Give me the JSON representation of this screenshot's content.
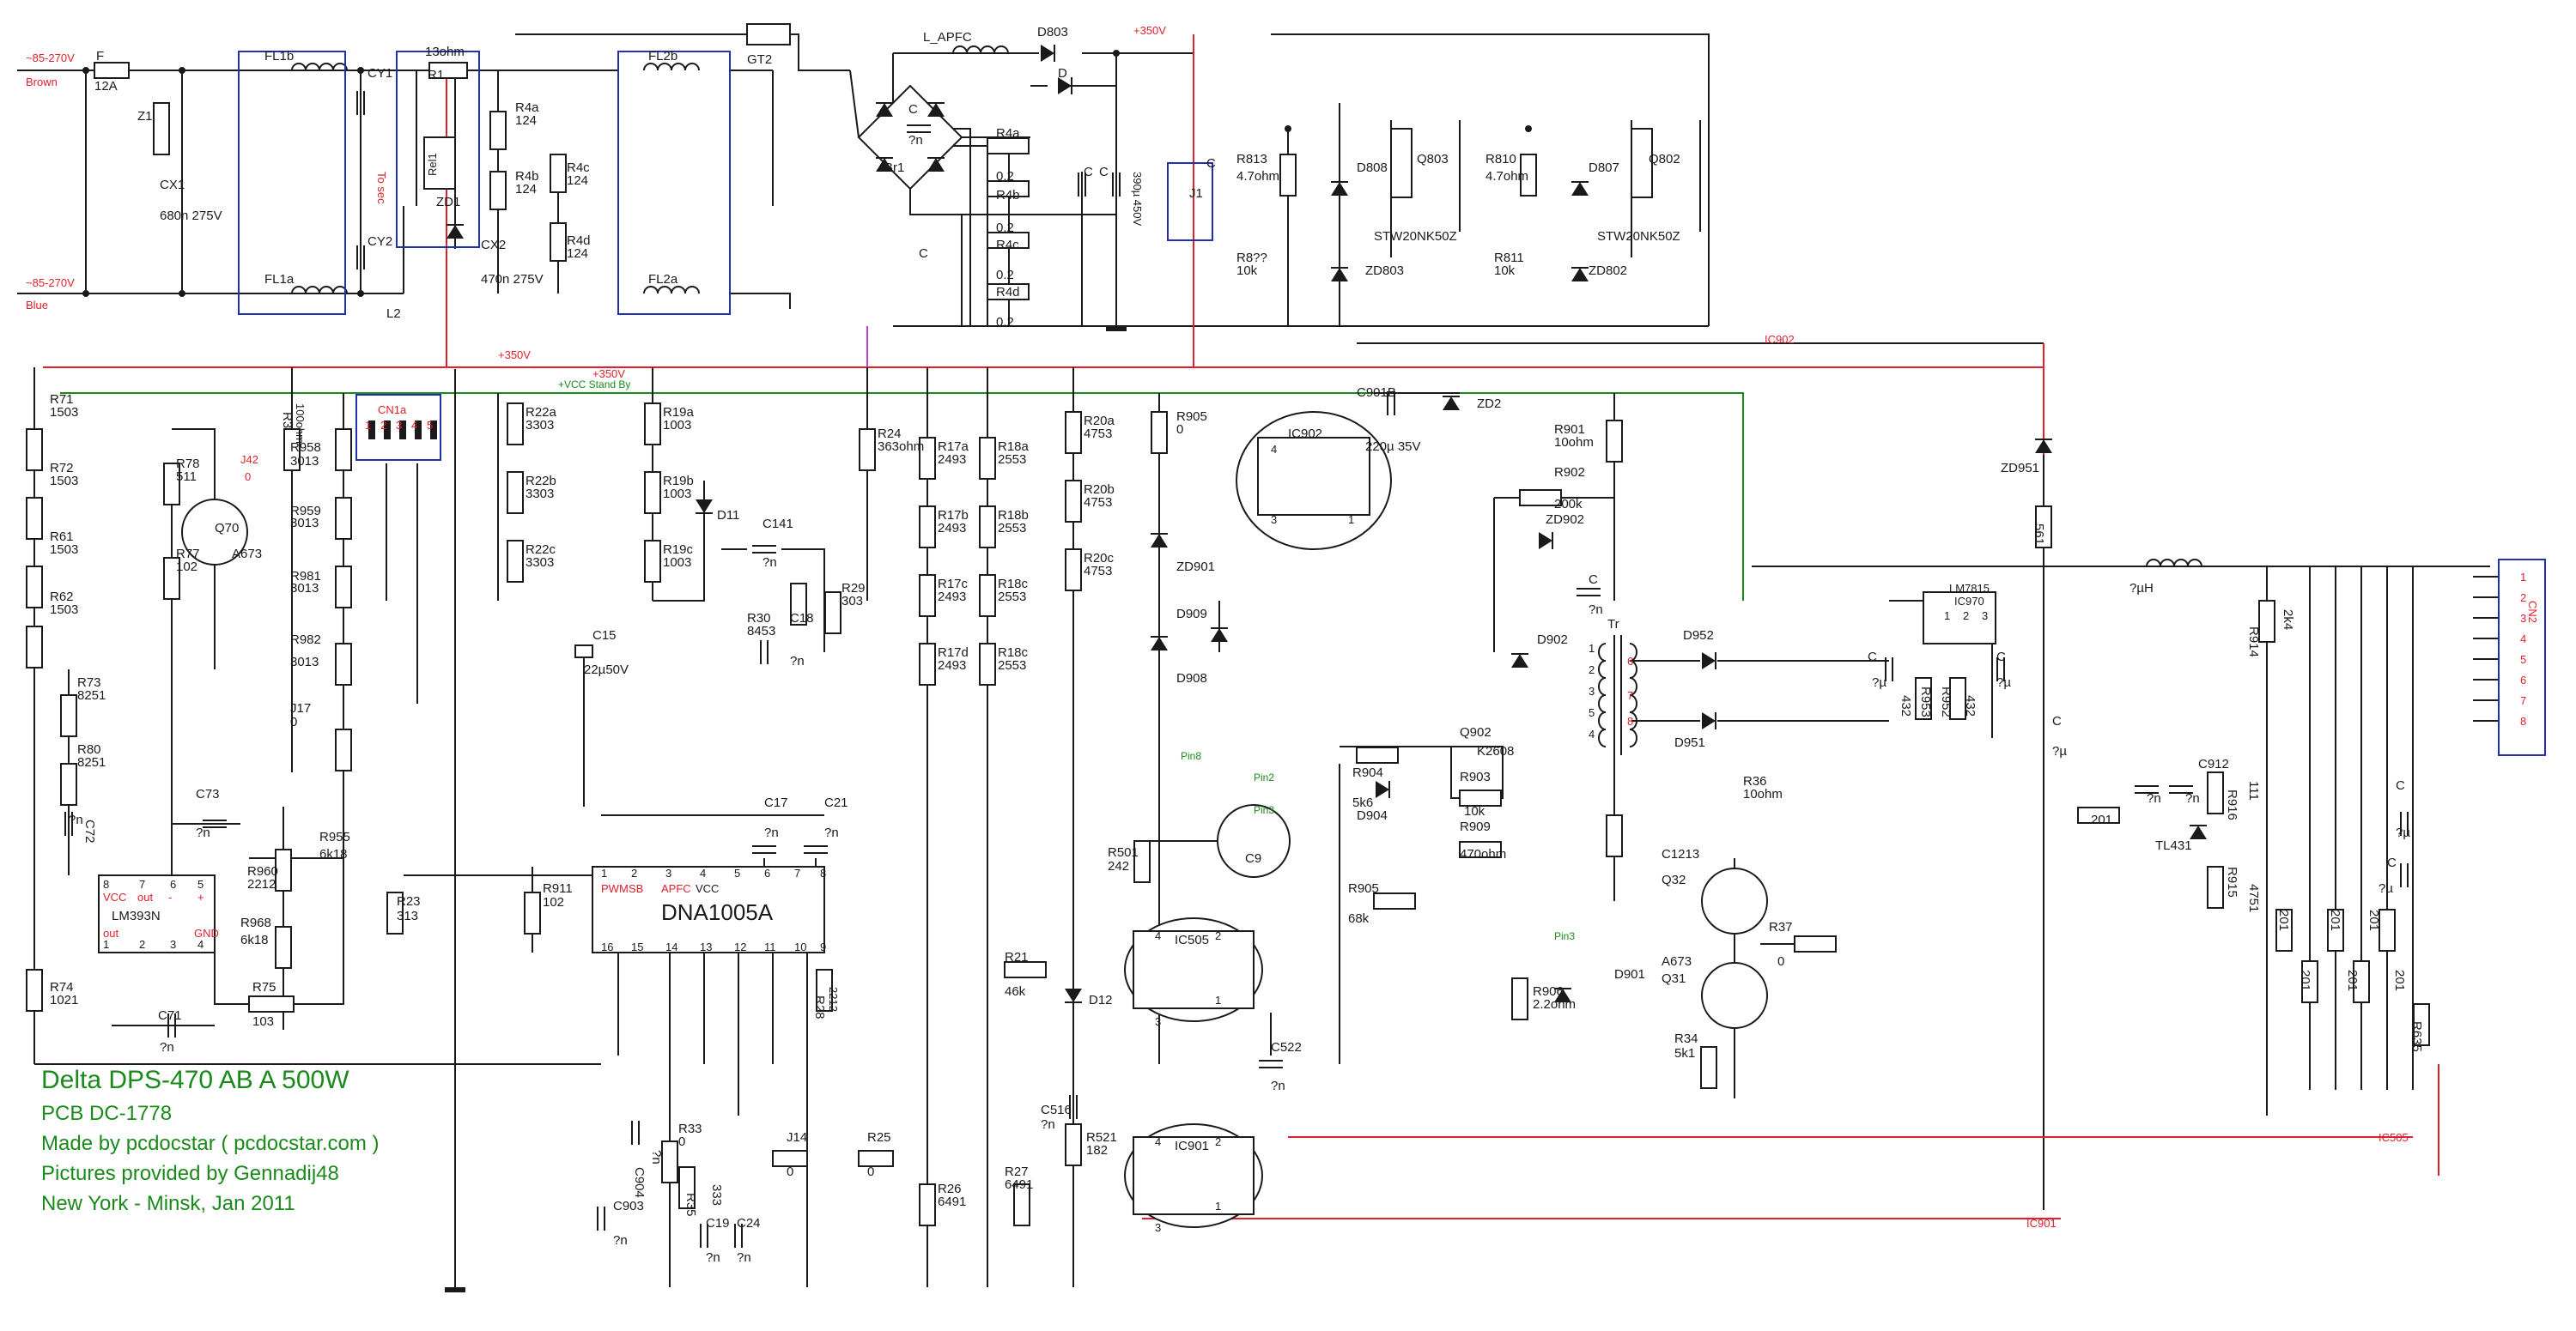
{
  "credits": {
    "title": "Delta DPS-470 AB A 500W",
    "line1": "PCB DC-1778",
    "line2": "Made by pcdocstar ( pcdocstar.com )",
    "line3": "Pictures provided by Gennadij48",
    "line4": "New York - Minsk, Jan 2011"
  },
  "colors": {
    "wire": "#1a1a1a",
    "hv_rail": "#e0202a",
    "standby_rail": "#1a8a1a",
    "pfc_net": "#c040c0",
    "box": "#2030b0",
    "credits": "#1a8a1a"
  },
  "ac": {
    "live": "~85-270V",
    "live_color": "Brown",
    "neutral": "~85-270V",
    "neutral_color": "Blue"
  },
  "rails": {
    "hv": "+350V",
    "hv2": "+350V",
    "standby": "+VCC Stand By",
    "hv_top": "+350V"
  },
  "nets": {
    "ic902": "IC902",
    "ic505": "IC505",
    "ic901": "IC901",
    "pin2": "Pin2",
    "pin3": "Pin3",
    "pin8": "Pin8",
    "pin3b": "Pin3"
  },
  "labels": [
    {
      "id": "F",
      "t": "F"
    },
    {
      "id": "F12A",
      "t": "12A"
    },
    {
      "id": "Z1",
      "t": "Z1"
    },
    {
      "id": "CX1",
      "t": "CX1"
    },
    {
      "id": "CX1v",
      "t": "680n 275V"
    },
    {
      "id": "FL1b",
      "t": "FL1b"
    },
    {
      "id": "FL1a",
      "t": "FL1a"
    },
    {
      "id": "CY1",
      "t": "CY1"
    },
    {
      "id": "CY2",
      "t": "CY2"
    },
    {
      "id": "tosec",
      "t": "To sec"
    },
    {
      "id": "L2",
      "t": "L2"
    },
    {
      "id": "R1v",
      "t": "13ohm"
    },
    {
      "id": "R1",
      "t": "R1"
    },
    {
      "id": "Rel1",
      "t": "Rel1"
    },
    {
      "id": "ZD1",
      "t": "ZD1"
    },
    {
      "id": "CX2",
      "t": "CX2"
    },
    {
      "id": "CX2v",
      "t": "470n 275V"
    },
    {
      "id": "R4a",
      "t": "R4a"
    },
    {
      "id": "R4av",
      "t": "124"
    },
    {
      "id": "R4b",
      "t": "R4b"
    },
    {
      "id": "R4bv",
      "t": "124"
    },
    {
      "id": "R4c",
      "t": "R4c"
    },
    {
      "id": "R4cv",
      "t": "124"
    },
    {
      "id": "R4d",
      "t": "R4d"
    },
    {
      "id": "R4dv",
      "t": "124"
    },
    {
      "id": "FL2b",
      "t": "FL2b"
    },
    {
      "id": "FL2a",
      "t": "FL2a"
    },
    {
      "id": "GT2",
      "t": "GT2"
    },
    {
      "id": "Br1",
      "t": "Br1"
    },
    {
      "id": "LAPFC",
      "t": "L_APFC"
    },
    {
      "id": "D803",
      "t": "D803"
    },
    {
      "id": "D",
      "t": "D"
    },
    {
      "id": "Cp1",
      "t": "C"
    },
    {
      "id": "Cp1v",
      "t": "?n"
    },
    {
      "id": "R4a2",
      "t": "R4a"
    },
    {
      "id": "R4a2v",
      "t": "0.2"
    },
    {
      "id": "R4b2",
      "t": "R4b"
    },
    {
      "id": "R4b2v",
      "t": "0.2"
    },
    {
      "id": "R4c2",
      "t": "R4c"
    },
    {
      "id": "R4c2v",
      "t": "0.2"
    },
    {
      "id": "R4d2",
      "t": "R4d"
    },
    {
      "id": "R4d2v",
      "t": "0.2"
    },
    {
      "id": "Cb",
      "t": "C"
    },
    {
      "id": "C1",
      "t": "C"
    },
    {
      "id": "C2",
      "t": "C"
    },
    {
      "id": "C2v",
      "t": "390µ 450V"
    },
    {
      "id": "J1c",
      "t": "C"
    },
    {
      "id": "J1",
      "t": "J1"
    },
    {
      "id": "R813",
      "t": "R813"
    },
    {
      "id": "R813v",
      "t": "4.7ohm"
    },
    {
      "id": "D808",
      "t": "D808"
    },
    {
      "id": "Q803",
      "t": "Q803"
    },
    {
      "id": "R8qq",
      "t": "R8??"
    },
    {
      "id": "R8qqv",
      "t": "10k"
    },
    {
      "id": "ZD803",
      "t": "ZD803"
    },
    {
      "id": "STW1",
      "t": "STW20NK50Z"
    },
    {
      "id": "R810",
      "t": "R810"
    },
    {
      "id": "R810v",
      "t": "4.7ohm"
    },
    {
      "id": "D807",
      "t": "D807"
    },
    {
      "id": "Q802",
      "t": "Q802"
    },
    {
      "id": "R811",
      "t": "R811"
    },
    {
      "id": "R811v",
      "t": "10k"
    },
    {
      "id": "ZD802",
      "t": "ZD802"
    },
    {
      "id": "STW2",
      "t": "STW20NK50Z"
    },
    {
      "id": "R71",
      "t": "R71"
    },
    {
      "id": "R71v",
      "t": "1503"
    },
    {
      "id": "R72",
      "t": "R72"
    },
    {
      "id": "R72v",
      "t": "1503"
    },
    {
      "id": "R61",
      "t": "R61"
    },
    {
      "id": "R61v",
      "t": "1503"
    },
    {
      "id": "R62",
      "t": "R62"
    },
    {
      "id": "R62v",
      "t": "1503"
    },
    {
      "id": "R73",
      "t": "R73"
    },
    {
      "id": "R73v",
      "t": "8251"
    },
    {
      "id": "R80",
      "t": "R80"
    },
    {
      "id": "R80v",
      "t": "8251"
    },
    {
      "id": "C72",
      "t": "C72"
    },
    {
      "id": "C72v",
      "t": "?n"
    },
    {
      "id": "R74",
      "t": "R74"
    },
    {
      "id": "R74v",
      "t": "1021"
    },
    {
      "id": "R78",
      "t": "R78"
    },
    {
      "id": "R78v",
      "t": "511"
    },
    {
      "id": "Q70",
      "t": "Q70"
    },
    {
      "id": "A673a",
      "t": "A673"
    },
    {
      "id": "R77",
      "t": "R77"
    },
    {
      "id": "R77v",
      "t": "102"
    },
    {
      "id": "R3",
      "t": "R3"
    },
    {
      "id": "R3v",
      "t": "100ohm"
    },
    {
      "id": "J42",
      "t": "J42"
    },
    {
      "id": "J42v",
      "t": "0"
    },
    {
      "id": "R958",
      "t": "R958"
    },
    {
      "id": "R958v",
      "t": "3013"
    },
    {
      "id": "R959",
      "t": "R959"
    },
    {
      "id": "R959v",
      "t": "3013"
    },
    {
      "id": "R981",
      "t": "R981"
    },
    {
      "id": "R981v",
      "t": "3013"
    },
    {
      "id": "R982",
      "t": "R982"
    },
    {
      "id": "R982v",
      "t": "3013"
    },
    {
      "id": "J17",
      "t": "J17"
    },
    {
      "id": "J17v",
      "t": "0"
    },
    {
      "id": "CN1a",
      "t": "CN1a"
    },
    {
      "id": "cn1",
      "t": "1"
    },
    {
      "id": "cn2",
      "t": "2"
    },
    {
      "id": "cn3",
      "t": "3"
    },
    {
      "id": "cn4",
      "t": "4"
    },
    {
      "id": "cn5",
      "t": "5"
    },
    {
      "id": "C73",
      "t": "C73"
    },
    {
      "id": "C73v",
      "t": "?n"
    },
    {
      "id": "R955",
      "t": "R955"
    },
    {
      "id": "R955v",
      "t": "6k18"
    },
    {
      "id": "R960",
      "t": "R960"
    },
    {
      "id": "R960v",
      "t": "2212"
    },
    {
      "id": "R968",
      "t": "R968"
    },
    {
      "id": "R968v",
      "t": "6k18"
    },
    {
      "id": "LM393N",
      "t": "LM393N"
    },
    {
      "id": "lm8",
      "t": "8"
    },
    {
      "id": "lm7",
      "t": "7"
    },
    {
      "id": "lm6",
      "t": "6"
    },
    {
      "id": "lm5",
      "t": "5"
    },
    {
      "id": "lm1",
      "t": "1"
    },
    {
      "id": "lm2",
      "t": "2"
    },
    {
      "id": "lm3",
      "t": "3"
    },
    {
      "id": "lm4",
      "t": "4"
    },
    {
      "id": "lmvcc",
      "t": "VCC"
    },
    {
      "id": "lmout",
      "t": "out"
    },
    {
      "id": "lmm",
      "t": "-"
    },
    {
      "id": "lmp",
      "t": "+"
    },
    {
      "id": "lmout2",
      "t": "out"
    },
    {
      "id": "lmgnd",
      "t": "GND"
    },
    {
      "id": "C71",
      "t": "C71"
    },
    {
      "id": "C71v",
      "t": "?n"
    },
    {
      "id": "R75",
      "t": "R75"
    },
    {
      "id": "R75v",
      "t": "103"
    },
    {
      "id": "R23",
      "t": "R23"
    },
    {
      "id": "R23v",
      "t": "313"
    },
    {
      "id": "R22a",
      "t": "R22a"
    },
    {
      "id": "R22av",
      "t": "3303"
    },
    {
      "id": "R22b",
      "t": "R22b"
    },
    {
      "id": "R22bv",
      "t": "3303"
    },
    {
      "id": "R22c",
      "t": "R22c"
    },
    {
      "id": "R22cv",
      "t": "3303"
    },
    {
      "id": "R19a",
      "t": "R19a"
    },
    {
      "id": "R19av",
      "t": "1003"
    },
    {
      "id": "R19b",
      "t": "R19b"
    },
    {
      "id": "R19bv",
      "t": "1003"
    },
    {
      "id": "R19c",
      "t": "R19c"
    },
    {
      "id": "R19cv",
      "t": "1003"
    },
    {
      "id": "D11",
      "t": "D11"
    },
    {
      "id": "C141",
      "t": "C141"
    },
    {
      "id": "C141v",
      "t": "?n"
    },
    {
      "id": "R30",
      "t": "R30"
    },
    {
      "id": "R30v",
      "t": "8453"
    },
    {
      "id": "C18",
      "t": "C18"
    },
    {
      "id": "C18v",
      "t": "?n"
    },
    {
      "id": "R29",
      "t": "R29"
    },
    {
      "id": "R29v",
      "t": "303"
    },
    {
      "id": "C15",
      "t": "C15"
    },
    {
      "id": "C15v",
      "t": "22µ50V"
    },
    {
      "id": "R24",
      "t": "R24"
    },
    {
      "id": "R24v",
      "t": "363ohm"
    },
    {
      "id": "R17a",
      "t": "R17a"
    },
    {
      "id": "R17av",
      "t": "2493"
    },
    {
      "id": "R17b",
      "t": "R17b"
    },
    {
      "id": "R17bv",
      "t": "2493"
    },
    {
      "id": "R17c",
      "t": "R17c"
    },
    {
      "id": "R17cv",
      "t": "2493"
    },
    {
      "id": "R17d",
      "t": "R17d"
    },
    {
      "id": "R17dv",
      "t": "2493"
    },
    {
      "id": "R18a",
      "t": "R18a"
    },
    {
      "id": "R18av",
      "t": "2553"
    },
    {
      "id": "R18b",
      "t": "R18b"
    },
    {
      "id": "R18bv",
      "t": "2553"
    },
    {
      "id": "R18c",
      "t": "R18c"
    },
    {
      "id": "R18cv",
      "t": "2553"
    },
    {
      "id": "R18d",
      "t": "R18c"
    },
    {
      "id": "R18dv",
      "t": "2553"
    },
    {
      "id": "R20a",
      "t": "R20a"
    },
    {
      "id": "R20av",
      "t": "4753"
    },
    {
      "id": "R20b",
      "t": "R20b"
    },
    {
      "id": "R20bv",
      "t": "4753"
    },
    {
      "id": "R20c",
      "t": "R20c"
    },
    {
      "id": "R20cv",
      "t": "4753"
    },
    {
      "id": "R905a",
      "t": "R905"
    },
    {
      "id": "R905av",
      "t": "0"
    },
    {
      "id": "ZD901",
      "t": "ZD901"
    },
    {
      "id": "D909",
      "t": "D909"
    },
    {
      "id": "D908",
      "t": "D908"
    },
    {
      "id": "IC902",
      "t": "IC902"
    },
    {
      "id": "ic4",
      "t": "4"
    },
    {
      "id": "ic1",
      "t": "1"
    },
    {
      "id": "ic3",
      "t": "3"
    },
    {
      "id": "C901B",
      "t": "C901B"
    },
    {
      "id": "C901Bv",
      "t": "220µ 35V"
    },
    {
      "id": "ZD2",
      "t": "ZD2"
    },
    {
      "id": "R901",
      "t": "R901"
    },
    {
      "id": "R901v",
      "t": "10ohm"
    },
    {
      "id": "R902",
      "t": "R902"
    },
    {
      "id": "R902v",
      "t": "200k"
    },
    {
      "id": "ZD902",
      "t": "ZD902"
    },
    {
      "id": "Cq",
      "t": "C"
    },
    {
      "id": "Cqv",
      "t": "?n"
    },
    {
      "id": "D902",
      "t": "D902"
    },
    {
      "id": "Tr",
      "t": "Tr"
    },
    {
      "id": "tr1",
      "t": "1"
    },
    {
      "id": "tr2",
      "t": "2"
    },
    {
      "id": "tr3",
      "t": "3"
    },
    {
      "id": "tr4",
      "t": "4"
    },
    {
      "id": "tr5",
      "t": "5"
    },
    {
      "id": "tr6",
      "t": "6"
    },
    {
      "id": "tr7",
      "t": "7"
    },
    {
      "id": "tr8",
      "t": "8"
    },
    {
      "id": "D952",
      "t": "D952"
    },
    {
      "id": "D951",
      "t": "D951"
    },
    {
      "id": "Q902",
      "t": "Q902"
    },
    {
      "id": "K2608",
      "t": "K2608"
    },
    {
      "id": "R904",
      "t": "R904"
    },
    {
      "id": "R904v",
      "t": "5k6"
    },
    {
      "id": "D904",
      "t": "D904"
    },
    {
      "id": "R903",
      "t": "R903"
    },
    {
      "id": "R903v",
      "t": "10k"
    },
    {
      "id": "R909",
      "t": "R909"
    },
    {
      "id": "R909v",
      "t": "470ohm"
    },
    {
      "id": "R905b",
      "t": "R905"
    },
    {
      "id": "R905bv",
      "t": "68k"
    },
    {
      "id": "R36",
      "t": "R36"
    },
    {
      "id": "R36v",
      "t": "10ohm"
    },
    {
      "id": "C1213",
      "t": "C1213"
    },
    {
      "id": "Q32",
      "t": "Q32"
    },
    {
      "id": "A673b",
      "t": "A673"
    },
    {
      "id": "Q31",
      "t": "Q31"
    },
    {
      "id": "R37",
      "t": "R37"
    },
    {
      "id": "R37v",
      "t": "0"
    },
    {
      "id": "R906",
      "t": "R906"
    },
    {
      "id": "R906v",
      "t": "2.2ohm"
    },
    {
      "id": "D901",
      "t": "D901"
    },
    {
      "id": "R34",
      "t": "R34"
    },
    {
      "id": "R34v",
      "t": "5k1"
    },
    {
      "id": "ZD951",
      "t": "ZD951"
    },
    {
      "id": "r561",
      "t": "561"
    },
    {
      "id": "uH",
      "t": "?µH"
    },
    {
      "id": "R914",
      "t": "R914"
    },
    {
      "id": "r2k4",
      "t": "2k4"
    },
    {
      "id": "LM7815",
      "t": "LM7815"
    },
    {
      "id": "IC970",
      "t": "IC970"
    },
    {
      "id": "lr1",
      "t": "1"
    },
    {
      "id": "lr2",
      "t": "2"
    },
    {
      "id": "lr3",
      "t": "3"
    },
    {
      "id": "r432a",
      "t": "432"
    },
    {
      "id": "R953",
      "t": "R953"
    },
    {
      "id": "R952",
      "t": "R952"
    },
    {
      "id": "r432b",
      "t": "432"
    },
    {
      "id": "Cl",
      "t": "C"
    },
    {
      "id": "Clv",
      "t": "?µ"
    },
    {
      "id": "Cr",
      "t": "C"
    },
    {
      "id": "Crv",
      "t": "?µ"
    },
    {
      "id": "Cm",
      "t": "C"
    },
    {
      "id": "Cmv",
      "t": "?µ"
    },
    {
      "id": "CN2",
      "t": "CN2"
    },
    {
      "id": "cp1",
      "t": "1"
    },
    {
      "id": "cp2",
      "t": "2"
    },
    {
      "id": "cp3",
      "t": "3"
    },
    {
      "id": "cp4",
      "t": "4"
    },
    {
      "id": "cp5",
      "t": "5"
    },
    {
      "id": "cp6",
      "t": "6"
    },
    {
      "id": "cp7",
      "t": "7"
    },
    {
      "id": "cp8",
      "t": "8"
    },
    {
      "id": "r201a",
      "t": "201"
    },
    {
      "id": "C912",
      "t": "C912"
    },
    {
      "id": "R916",
      "t": "R916"
    },
    {
      "id": "r111",
      "t": "111"
    },
    {
      "id": "TL431",
      "t": "TL431"
    },
    {
      "id": "R915",
      "t": "R915"
    },
    {
      "id": "r4751",
      "t": "4751"
    },
    {
      "id": "Cn1",
      "t": "?n"
    },
    {
      "id": "Cn2",
      "t": "?n"
    },
    {
      "id": "Ce1",
      "t": "C"
    },
    {
      "id": "Ce1v",
      "t": "?µ"
    },
    {
      "id": "Ce2",
      "t": "C"
    },
    {
      "id": "Ce2v",
      "t": "?µ"
    },
    {
      "id": "r201b",
      "t": "201"
    },
    {
      "id": "r201c",
      "t": "201"
    },
    {
      "id": "r201d",
      "t": "201"
    },
    {
      "id": "r201e",
      "t": "201"
    },
    {
      "id": "r201f",
      "t": "201"
    },
    {
      "id": "r201g",
      "t": "201"
    },
    {
      "id": "R635",
      "t": "R635"
    },
    {
      "id": "R911",
      "t": "R911"
    },
    {
      "id": "R911v",
      "t": "102"
    },
    {
      "id": "DNA1005A",
      "t": "DNA1005A"
    },
    {
      "id": "d1",
      "t": "1"
    },
    {
      "id": "d2",
      "t": "2"
    },
    {
      "id": "d3",
      "t": "3"
    },
    {
      "id": "d4",
      "t": "4"
    },
    {
      "id": "d5",
      "t": "5"
    },
    {
      "id": "d6",
      "t": "6"
    },
    {
      "id": "d7",
      "t": "7"
    },
    {
      "id": "d8",
      "t": "8"
    },
    {
      "id": "d16",
      "t": "16"
    },
    {
      "id": "d15",
      "t": "15"
    },
    {
      "id": "d14",
      "t": "14"
    },
    {
      "id": "d13",
      "t": "13"
    },
    {
      "id": "d12",
      "t": "12"
    },
    {
      "id": "d11",
      "t": "11"
    },
    {
      "id": "d10",
      "t": "10"
    },
    {
      "id": "d9",
      "t": "9"
    },
    {
      "id": "dvcc",
      "t": "VCC"
    },
    {
      "id": "dapfc",
      "t": "APFC"
    },
    {
      "id": "dsb",
      "t": "SB"
    },
    {
      "id": "dpwm",
      "t": "PWM"
    },
    {
      "id": "C17",
      "t": "C17"
    },
    {
      "id": "C17v",
      "t": "?n"
    },
    {
      "id": "C21",
      "t": "C21"
    },
    {
      "id": "C21v",
      "t": "?n"
    },
    {
      "id": "R28",
      "t": "R28"
    },
    {
      "id": "R28v",
      "t": "2212"
    },
    {
      "id": "R501",
      "t": "R501"
    },
    {
      "id": "R501v",
      "t": "242"
    },
    {
      "id": "C9",
      "t": "C9"
    },
    {
      "id": "IC505",
      "t": "IC505"
    },
    {
      "id": "i505a",
      "t": "1"
    },
    {
      "id": "i505b",
      "t": "2"
    },
    {
      "id": "i505c",
      "t": "3"
    },
    {
      "id": "i505d",
      "t": "4"
    },
    {
      "id": "R21",
      "t": "R21"
    },
    {
      "id": "R21v",
      "t": "46k"
    },
    {
      "id": "D12",
      "t": "D12"
    },
    {
      "id": "C522",
      "t": "C522"
    },
    {
      "id": "C522v",
      "t": "?n"
    },
    {
      "id": "C516",
      "t": "C516"
    },
    {
      "id": "C516v",
      "t": "?n"
    },
    {
      "id": "R521",
      "t": "R521"
    },
    {
      "id": "R521v",
      "t": "182"
    },
    {
      "id": "IC901",
      "t": "IC901"
    },
    {
      "id": "i901a",
      "t": "1"
    },
    {
      "id": "i901b",
      "t": "2"
    },
    {
      "id": "i901c",
      "t": "3"
    },
    {
      "id": "i901d",
      "t": "4"
    },
    {
      "id": "C904",
      "t": "C904"
    },
    {
      "id": "C904v",
      "t": "?n"
    },
    {
      "id": "R33",
      "t": "R33"
    },
    {
      "id": "R33v",
      "t": "0"
    },
    {
      "id": "R35",
      "t": "R35"
    },
    {
      "id": "r333",
      "t": "333"
    },
    {
      "id": "C903",
      "t": "C903"
    },
    {
      "id": "C903v",
      "t": "?n"
    },
    {
      "id": "C19",
      "t": "C19"
    },
    {
      "id": "C19v",
      "t": "?n"
    },
    {
      "id": "C24",
      "t": "C24"
    },
    {
      "id": "C24v",
      "t": "?n"
    },
    {
      "id": "J14",
      "t": "J14"
    },
    {
      "id": "J14v",
      "t": "0"
    },
    {
      "id": "R25",
      "t": "R25"
    },
    {
      "id": "R25v",
      "t": "0"
    },
    {
      "id": "R26",
      "t": "R26"
    },
    {
      "id": "R26v",
      "t": "6491"
    },
    {
      "id": "R27",
      "t": "R27"
    },
    {
      "id": "R27v",
      "t": "6491"
    }
  ]
}
